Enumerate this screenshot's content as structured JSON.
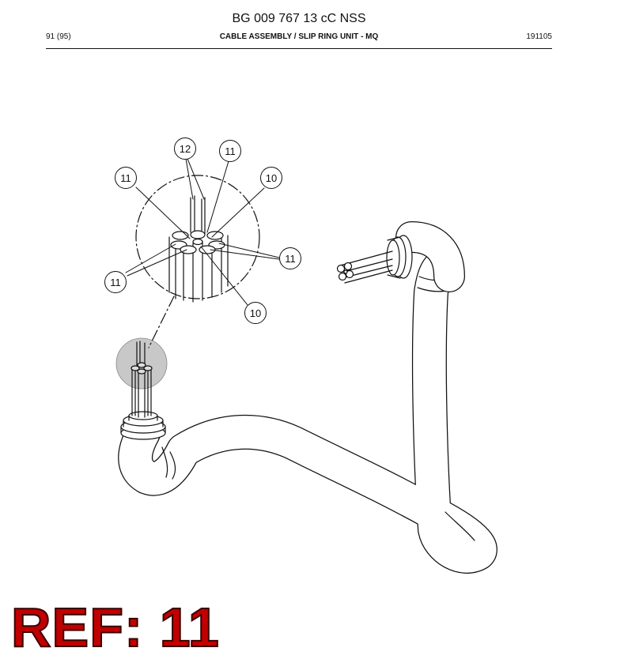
{
  "header": {
    "document_number": "BG 009 767 13 cC NSS",
    "page": "91 (95)",
    "section_title": "CABLE ASSEMBLY / SLIP RING UNIT - MQ",
    "date_code": "191105"
  },
  "callouts": [
    {
      "id": "c1",
      "label": "12"
    },
    {
      "id": "c2",
      "label": "11"
    },
    {
      "id": "c3",
      "label": "11"
    },
    {
      "id": "c4",
      "label": "10"
    },
    {
      "id": "c5",
      "label": "11"
    },
    {
      "id": "c6",
      "label": "11"
    },
    {
      "id": "c7",
      "label": "10"
    }
  ],
  "ref_label": "REF: 11",
  "colors": {
    "ref_text": "#c00000",
    "line": "#111111",
    "highlight": "#c8c8c8"
  }
}
